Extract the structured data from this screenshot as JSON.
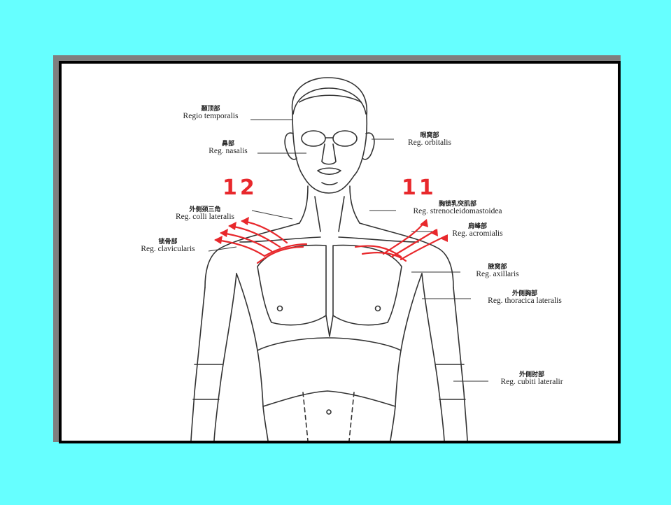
{
  "colors": {
    "background": "#66ffff",
    "frame_border": "#000000",
    "frame_shadow": "#7f7f7f",
    "arrow": "#e8282c",
    "line": "#333333"
  },
  "numbers": {
    "left": "12",
    "right": "11"
  },
  "labels": {
    "temporalis": {
      "cn": "颞顶部",
      "la": "Regio temporalis"
    },
    "nasalis": {
      "cn": "鼻部",
      "la": "Reg. nasalis"
    },
    "colli": {
      "cn": "外侧颈三角",
      "la": "Reg. colli lateralis"
    },
    "clavicularis": {
      "cn": "锁骨部",
      "la": "Reg. clavicularis"
    },
    "orbitalis": {
      "cn": "眼窝部",
      "la": "Reg. orbitalis"
    },
    "sterno": {
      "cn": "胸锁乳突肌部",
      "la": "Reg. strenocleidomastoidea"
    },
    "acromialis": {
      "cn": "肩峰部",
      "la": "Reg. acromialis"
    },
    "axillaris": {
      "cn": "腋窝部",
      "la": "Reg. axillaris"
    },
    "thoracica": {
      "cn": "外侧胸部",
      "la": "Reg. thoracica lateralis"
    },
    "cubiti": {
      "cn": "外侧肘部",
      "la": "Reg. cubiti lateralir"
    }
  }
}
